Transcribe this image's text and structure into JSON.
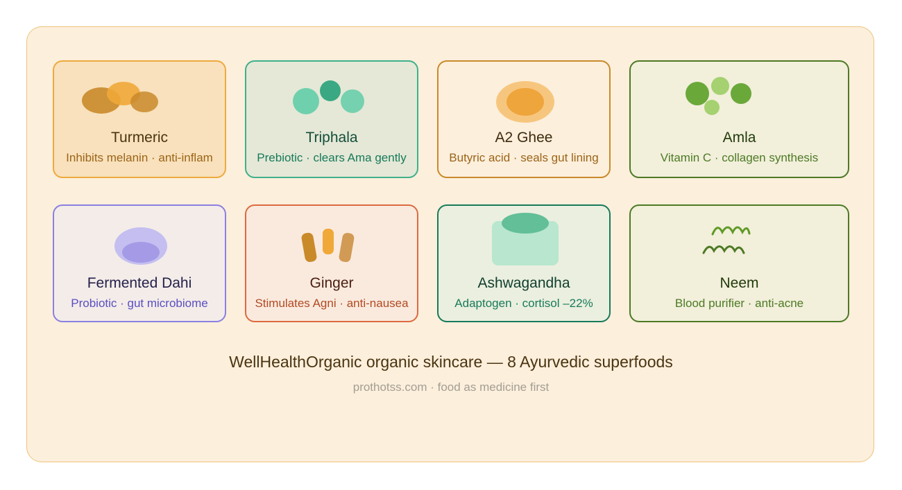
{
  "cards": [
    {
      "name": "Turmeric",
      "benefit": "Inhibits melanin · anti-inflam",
      "icon": "turmeric-roots-icon",
      "colors": {
        "bg": "#f8e1bc",
        "border": "#eeaa3e",
        "title": "#4a3410",
        "sub": "#9b6418"
      }
    },
    {
      "name": "Triphala",
      "benefit": "Prebiotic · clears Ama gently",
      "icon": "triphala-fruits-icon",
      "colors": {
        "bg": "#e5e8d7",
        "border": "#3fb08a",
        "title": "#134e3a",
        "sub": "#177a5a"
      }
    },
    {
      "name": "A2 Ghee",
      "benefit": "Butyric acid · seals gut lining",
      "icon": "ghee-bowl-icon",
      "colors": {
        "bg": "#fcefdc",
        "border": "#c98a2a",
        "title": "#3d2a0d",
        "sub": "#9b6418"
      }
    },
    {
      "name": "Amla",
      "benefit": "Vitamin C · collagen synthesis",
      "icon": "amla-berries-icon",
      "colors": {
        "bg": "#f2efdb",
        "border": "#4c7a24",
        "title": "#1f3a0a",
        "sub": "#4c7a24"
      }
    },
    {
      "name": "Fermented Dahi",
      "benefit": "Probiotic · gut microbiome",
      "icon": "dahi-bowl-icon",
      "colors": {
        "bg": "#f3ece9",
        "border": "#8a80e0",
        "title": "#25214a",
        "sub": "#5a4fc0"
      }
    },
    {
      "name": "Ginger",
      "benefit": "Stimulates Agni · anti-nausea",
      "icon": "ginger-sticks-icon",
      "colors": {
        "bg": "#faeade",
        "border": "#dc6a40",
        "title": "#4a1e10",
        "sub": "#b14a22"
      }
    },
    {
      "name": "Ashwagandha",
      "benefit": "Adaptogen · cortisol –22%",
      "icon": "ashwagandha-jar-icon",
      "colors": {
        "bg": "#ebefdf",
        "border": "#177a5a",
        "title": "#0f3e2d",
        "sub": "#177a5a"
      }
    },
    {
      "name": "Neem",
      "benefit": "Blood purifier · anti-acne",
      "icon": "neem-leaves-icon",
      "colors": {
        "bg": "#f2efdb",
        "border": "#4c7a24",
        "title": "#1f3a0a",
        "sub": "#4c7a24"
      }
    }
  ],
  "footer": {
    "title": "WellHealthOrganic organic skincare — 8 Ayurvedic superfoods",
    "subtitle": "prothotss.com · food as medicine first"
  }
}
